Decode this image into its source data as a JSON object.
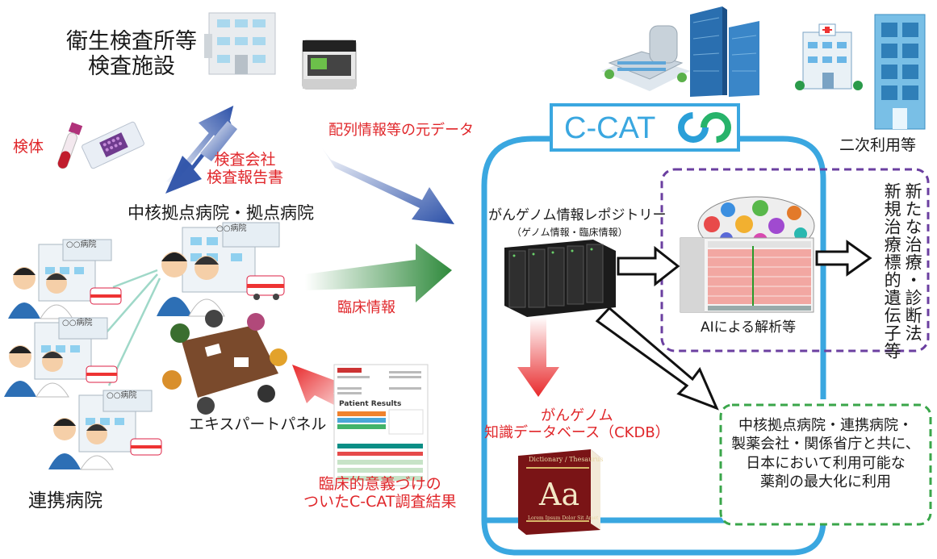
{
  "colors": {
    "cc_blue": "#3aa7e0",
    "arrow_blue": "#2b50a8",
    "arrow_green": "#2f8a3c",
    "arrow_red": "#e8292b",
    "label_red": "#e0262a",
    "ai_box": "#6b3fa0",
    "bottom_box": "#3aa64a"
  },
  "labels": {
    "inspection": "衛生検査所等\n検査施設",
    "specimen": "検体",
    "lab_report": "検査会社\n検査報告書",
    "core_hospital": "中核拠点病院・拠点病院",
    "sequence_data": "配列情報等の元データ",
    "clinical_info": "臨床情報",
    "expert_panel": "エキスパートパネル",
    "cooperating_hospital": "連携病院",
    "ccat_result": "臨床的意義づけの\nついたC-CAT調査結果",
    "ccat": "C-CAT",
    "secondary_use": "二次利用等",
    "repository": "がんゲノム情報レポジトリー",
    "repository_sub": "（ゲノム情報・臨床情報）",
    "ai_analysis": "AIによる解析等",
    "new_treatment_col1": "新たな治療・診断法",
    "new_treatment_col2": "新規治療標的遺伝子等",
    "ckdb": "がんゲノム\n知識データベース（CKDB）",
    "bottom_box": "中核拠点病院・連携病院・\n製薬会社・関係省庁と共に、\n日本において利用可能な\n薬剤の最大化に利用",
    "dictionary_title": "Dictionary / Thesaurus",
    "dictionary_big": "Aa",
    "dictionary_small": "Lorem Ipsum Dolor Sit Amet",
    "report_header": "Patient Results",
    "hospital_sign": "○○病院"
  },
  "icons": [
    "lab-building-icon",
    "sequencer-icon",
    "specimen-tube-icon",
    "test-kit-icon",
    "hospital-doctor-icon",
    "server-rack-icon",
    "brain-gears-icon",
    "genome-browser-icon",
    "dictionary-book-icon",
    "report-document-icon",
    "meeting-table-icon",
    "campus-building-icon",
    "skyscraper-icon",
    "hospital-building-icon",
    "office-building-icon",
    "ccat-logo-icon"
  ]
}
